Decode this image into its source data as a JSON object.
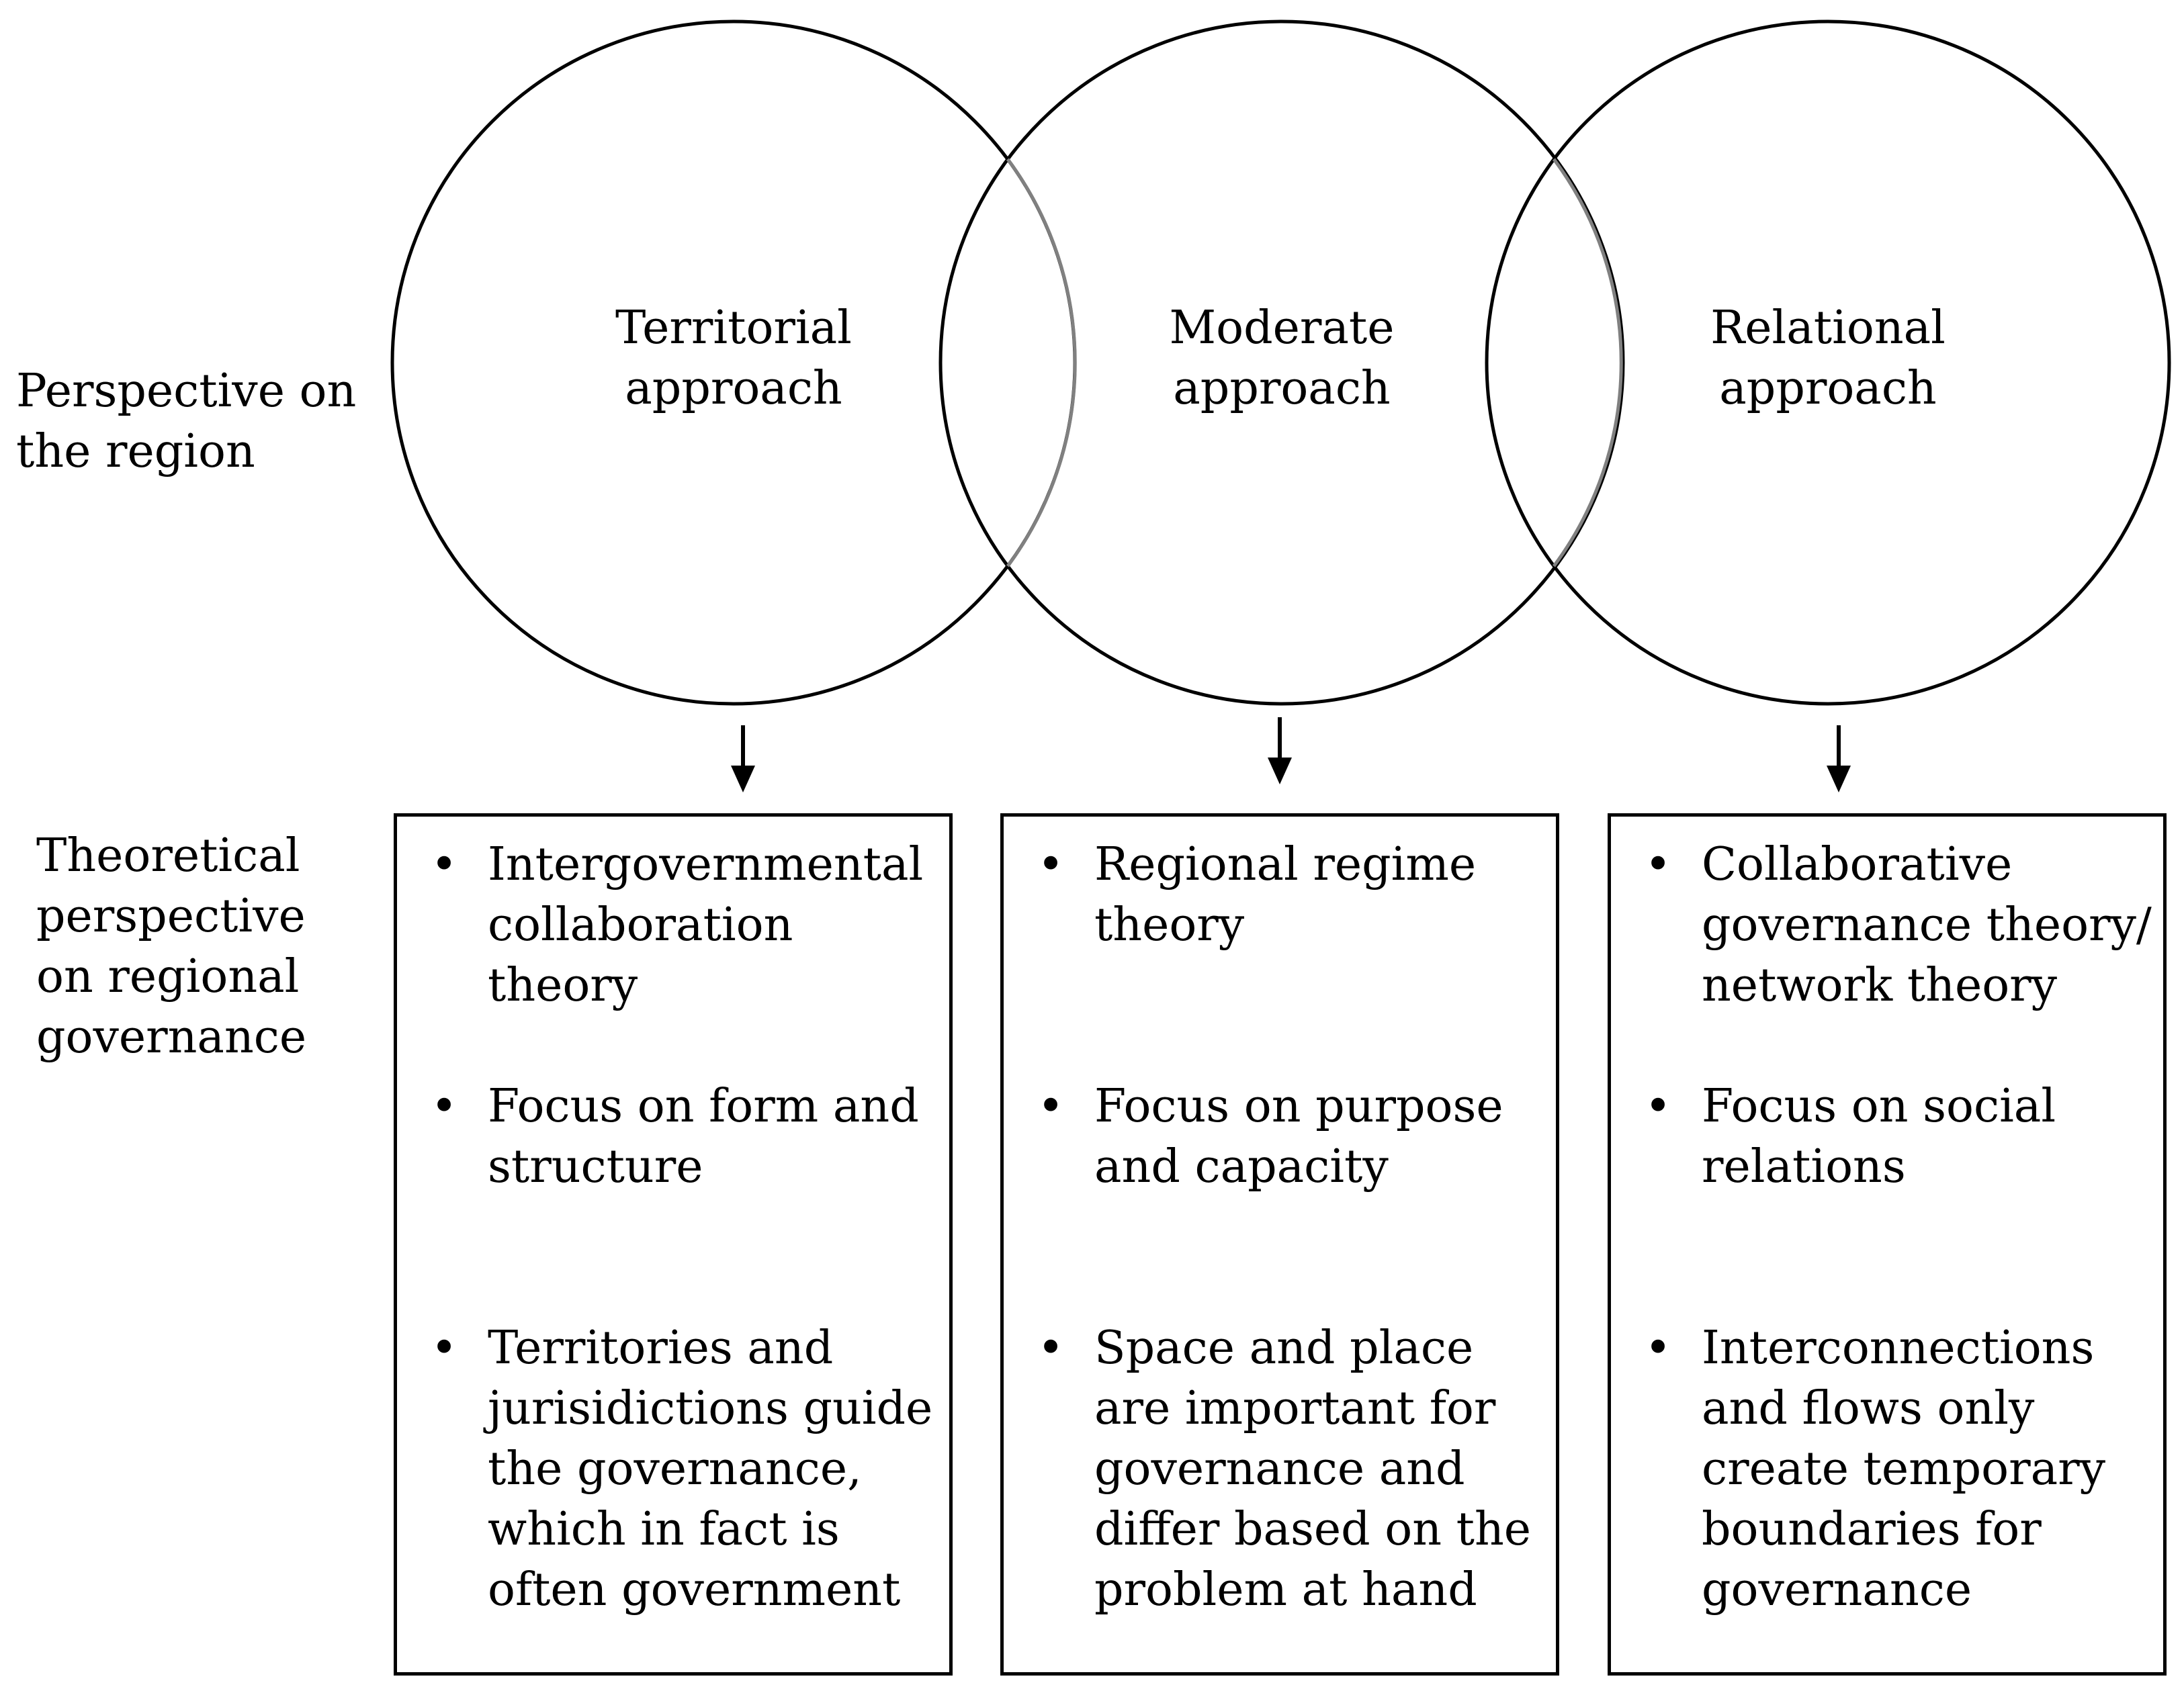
{
  "row_labels": {
    "perspective": "Perspective on\nthe region",
    "theoretical": "Theoretical\nperspective\non regional\ngovernance"
  },
  "approaches": [
    {
      "name": "Territorial\napproach",
      "bullets": [
        "Intergovernmental\ncollaboration\ntheory",
        "Focus on form and\nstructure",
        "Territories and\njurisidictions guide\nthe governance,\nwhich in fact is\noften government"
      ]
    },
    {
      "name": "Moderate\napproach",
      "bullets": [
        "Regional regime\ntheory",
        "Focus on purpose\nand capacity",
        "Space and place\nare important for\ngovernance and\ndiffer based on the\nproblem at hand"
      ]
    },
    {
      "name": "Relational\napproach",
      "bullets": [
        "Collaborative\ngovernance theory/\nnetwork theory",
        "Focus on social\nrelations",
        "Interconnections\nand flows only\ncreate temporary\nboundaries for\ngovernance"
      ]
    }
  ],
  "bullet_symbol": "•",
  "colors": {
    "stroke": "#000000",
    "overlap_stroke": "#808080",
    "background": "#ffffff"
  }
}
